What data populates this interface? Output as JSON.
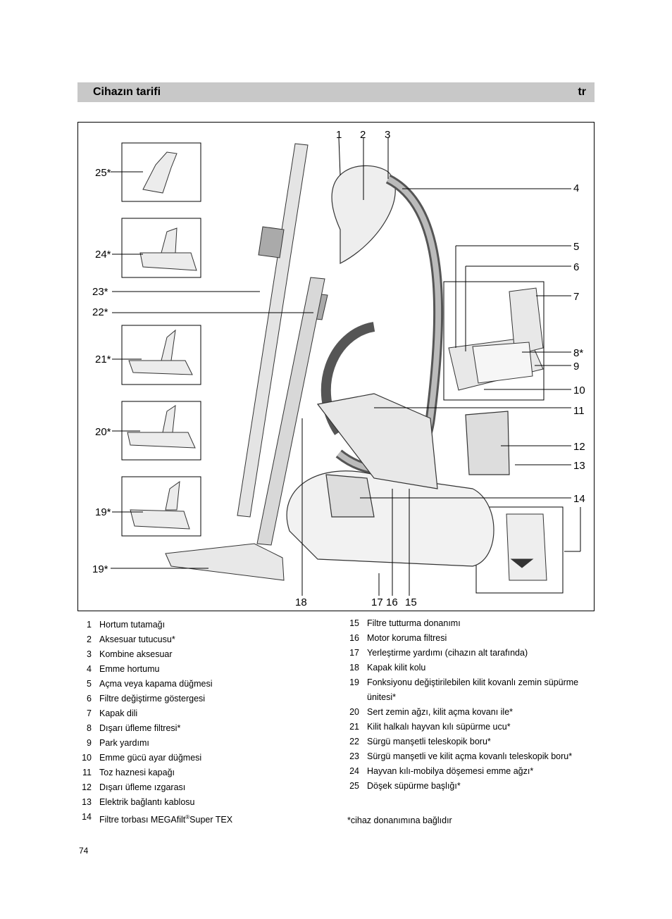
{
  "header": {
    "title": "Cihazın tarifi",
    "lang": "tr"
  },
  "figure": {
    "callouts": [
      "1",
      "2",
      "3",
      "4",
      "5",
      "6",
      "7",
      "8*",
      "9",
      "10",
      "11",
      "12",
      "13",
      "14",
      "15",
      "16",
      "17",
      "18",
      "19*",
      "19*",
      "20*",
      "21*",
      "22*",
      "23*",
      "24*",
      "25*"
    ]
  },
  "legend_left": [
    {
      "num": "1",
      "text": "Hortum tutamağı"
    },
    {
      "num": "2",
      "text": "Aksesuar tutucusu*"
    },
    {
      "num": "3",
      "text": "Kombine aksesuar"
    },
    {
      "num": "4",
      "text": "Emme hortumu"
    },
    {
      "num": "5",
      "text": "Açma veya kapama düğmesi"
    },
    {
      "num": "6",
      "text": "Filtre değiştirme göstergesi"
    },
    {
      "num": "7",
      "text": "Kapak dili"
    },
    {
      "num": "8",
      "text": "Dışarı üfleme filtresi*"
    },
    {
      "num": "9",
      "text": "Park yardımı"
    },
    {
      "num": "10",
      "text": "Emme gücü ayar düğmesi"
    },
    {
      "num": "11",
      "text": "Toz haznesi kapağı"
    },
    {
      "num": "12",
      "text": "Dışarı üfleme ızgarası"
    },
    {
      "num": "13",
      "text": "Elektrik bağlantı kablosu"
    },
    {
      "num": "14",
      "text": "Filtre torbası MEGAfilt®Super TEX"
    }
  ],
  "legend_right": [
    {
      "num": "15",
      "text": "Filtre tutturma donanımı"
    },
    {
      "num": "16",
      "text": "Motor koruma filtresi"
    },
    {
      "num": "17",
      "text": "Yerleştirme yardımı (cihazın alt tarafında)"
    },
    {
      "num": "18",
      "text": "Kapak kilit kolu"
    },
    {
      "num": "19",
      "text": "Fonksiyonu değiştirilebilen kilit kovanlı zemin süpürme ünitesi*"
    },
    {
      "num": "20",
      "text": "Sert zemin ağzı, kilit açma kovanı ile*"
    },
    {
      "num": "21",
      "text": "Kilit halkalı hayvan kılı süpürme ucu*"
    },
    {
      "num": "22",
      "text": "Sürgü manşetli teleskopik boru*"
    },
    {
      "num": "23",
      "text": "Sürgü manşetli ve kilit açma kovanlı teleskopik boru*"
    },
    {
      "num": "24",
      "text": "Hayvan kılı-mobilya döşemesi emme ağzı*"
    },
    {
      "num": "25",
      "text": "Döşek süpürme başlığı*"
    }
  ],
  "footnote": "*cihaz donanımına bağlıdır",
  "page_number": "74"
}
